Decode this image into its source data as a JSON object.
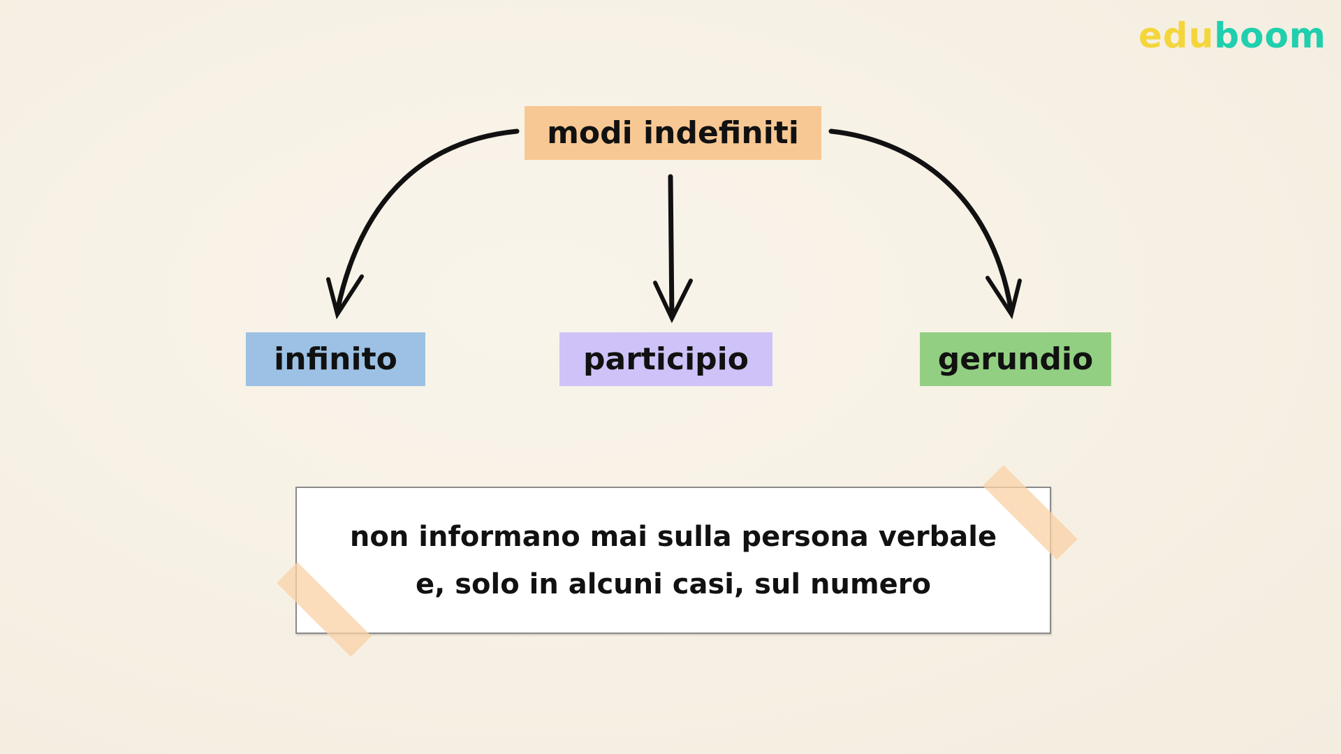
{
  "brand": {
    "logo_part1": "edu",
    "logo_part2": "boom",
    "colors": {
      "edu": "#f4d63c",
      "boom": "#1fcfae"
    }
  },
  "diagram": {
    "root": {
      "label": "modi indefiniti",
      "color": "#f8c894"
    },
    "children": [
      {
        "label": "infinito",
        "color": "#9cc1e4"
      },
      {
        "label": "participio",
        "color": "#cfc2f8"
      },
      {
        "label": "gerundio",
        "color": "#92cf82"
      }
    ],
    "arrows": [
      "curved-arrow-left",
      "straight-arrow-down",
      "curved-arrow-right"
    ]
  },
  "note": {
    "line1": "non informano mai sulla persona verbale",
    "line2": "e, solo in alcuni casi, sul numero"
  }
}
